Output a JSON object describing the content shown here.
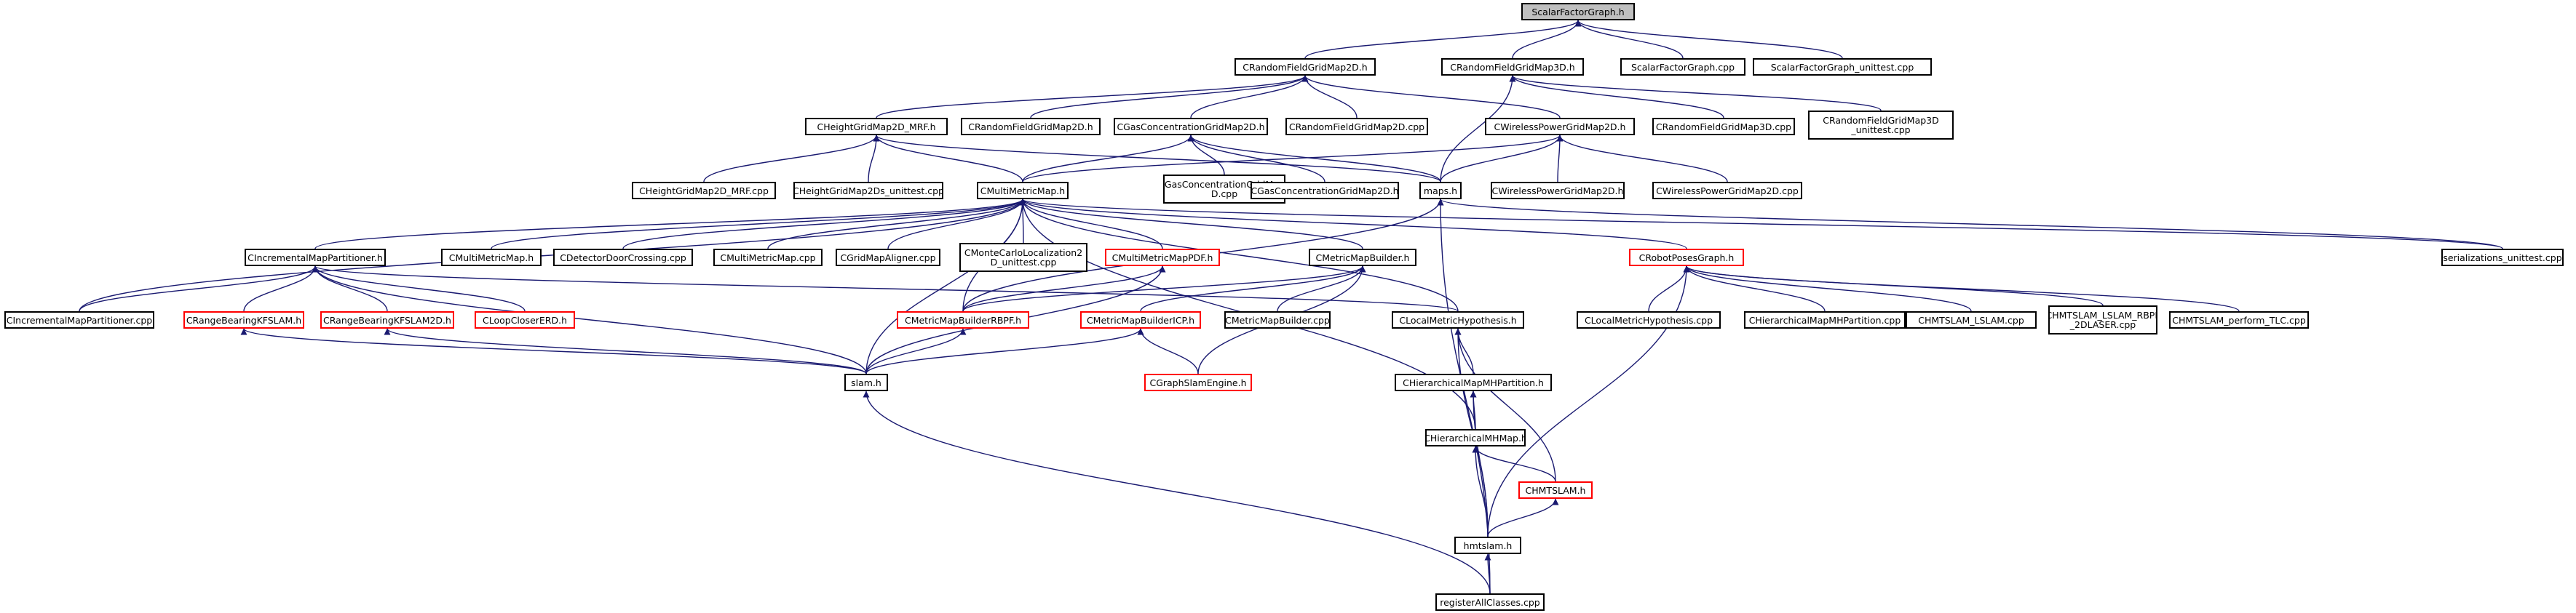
{
  "diagram": {
    "colors": {
      "edge": "#191970",
      "border": "#000000",
      "incomplete_border": "#ff0000",
      "root_fill": "#bfbfbf"
    },
    "nodes": [
      {
        "id": "n01",
        "label": "ScalarFactorGraph.h",
        "style": "root"
      },
      {
        "id": "n02",
        "label": "CRandomFieldGridMap2D.h",
        "style": "black"
      },
      {
        "id": "n03",
        "label": "CRandomFieldGridMap3D.h",
        "style": "black"
      },
      {
        "id": "n04",
        "label": "ScalarFactorGraph.cpp",
        "style": "black"
      },
      {
        "id": "n05",
        "label": "ScalarFactorGraph_unittest.cpp",
        "style": "black"
      },
      {
        "id": "n06",
        "label": "CHeightGridMap2D_MRF.h",
        "style": "black"
      },
      {
        "id": "n07",
        "label": "CRandomFieldGridMap2D.h",
        "style": "black"
      },
      {
        "id": "n08",
        "label": "CGasConcentrationGridMap2D.h",
        "style": "black"
      },
      {
        "id": "n09",
        "label": "CRandomFieldGridMap2D.cpp",
        "style": "black"
      },
      {
        "id": "n10",
        "label": "CWirelessPowerGridMap2D.h",
        "style": "black"
      },
      {
        "id": "n11",
        "label": "CRandomFieldGridMap3D.cpp",
        "style": "black"
      },
      {
        "id": "n12",
        "label": "CRandomFieldGridMap3D\n_unittest.cpp",
        "style": "black"
      },
      {
        "id": "n13",
        "label": "CHeightGridMap2D_MRF.cpp",
        "style": "black"
      },
      {
        "id": "n14",
        "label": "CHeightGridMap2Ds_unittest.cpp",
        "style": "black"
      },
      {
        "id": "n15",
        "label": "CMultiMetricMap.h",
        "style": "black"
      },
      {
        "id": "n16",
        "label": "CGasConcentrationGridMap2\nD.cpp",
        "style": "black"
      },
      {
        "id": "n17",
        "label": "CGasConcentrationGridMap2D.h",
        "style": "black"
      },
      {
        "id": "n18",
        "label": "maps.h",
        "style": "black"
      },
      {
        "id": "n19",
        "label": "CWirelessPowerGridMap2D.h",
        "style": "black"
      },
      {
        "id": "n20",
        "label": "CWirelessPowerGridMap2D.cpp",
        "style": "black"
      },
      {
        "id": "n21",
        "label": "CIncrementalMapPartitioner.h",
        "style": "black"
      },
      {
        "id": "n22",
        "label": "CMultiMetricMap.h",
        "style": "black"
      },
      {
        "id": "n23",
        "label": "CDetectorDoorCrossing.cpp",
        "style": "black"
      },
      {
        "id": "n24",
        "label": "CMultiMetricMap.cpp",
        "style": "black"
      },
      {
        "id": "n25",
        "label": "CGridMapAligner.cpp",
        "style": "black"
      },
      {
        "id": "n26",
        "label": "CMonteCarloLocalization2\nD_unittest.cpp",
        "style": "black"
      },
      {
        "id": "n27",
        "label": "CMultiMetricMapPDF.h",
        "style": "red"
      },
      {
        "id": "n28",
        "label": "CMetricMapBuilder.h",
        "style": "black"
      },
      {
        "id": "n29",
        "label": "CRobotPosesGraph.h",
        "style": "red"
      },
      {
        "id": "n30",
        "label": "serializations_unittest.cpp",
        "style": "black"
      },
      {
        "id": "n31",
        "label": "CIncrementalMapPartitioner.cpp",
        "style": "black"
      },
      {
        "id": "n32",
        "label": "CRangeBearingKFSLAM.h",
        "style": "red"
      },
      {
        "id": "n33",
        "label": "CRangeBearingKFSLAM2D.h",
        "style": "red"
      },
      {
        "id": "n34",
        "label": "CLoopCloserERD.h",
        "style": "red"
      },
      {
        "id": "n35",
        "label": "CMetricMapBuilderRBPF.h",
        "style": "red"
      },
      {
        "id": "n36",
        "label": "CMetricMapBuilderICP.h",
        "style": "red"
      },
      {
        "id": "n37",
        "label": "CMetricMapBuilder.cpp",
        "style": "black"
      },
      {
        "id": "n38",
        "label": "CLocalMetricHypothesis.h",
        "style": "black"
      },
      {
        "id": "n39",
        "label": "CLocalMetricHypothesis.cpp",
        "style": "black"
      },
      {
        "id": "n40",
        "label": "CHierarchicalMapMHPartition.cpp",
        "style": "black"
      },
      {
        "id": "n41",
        "label": "CHMTSLAM_LSLAM.cpp",
        "style": "black"
      },
      {
        "id": "n42",
        "label": "CHMTSLAM_LSLAM_RBPF\n_2DLASER.cpp",
        "style": "black"
      },
      {
        "id": "n43",
        "label": "CHMTSLAM_perform_TLC.cpp",
        "style": "black"
      },
      {
        "id": "n44",
        "label": "slam.h",
        "style": "black"
      },
      {
        "id": "n45",
        "label": "CGraphSlamEngine.h",
        "style": "red"
      },
      {
        "id": "n46",
        "label": "CHierarchicalMapMHPartition.h",
        "style": "black"
      },
      {
        "id": "n47",
        "label": "CHierarchicalMHMap.h",
        "style": "black"
      },
      {
        "id": "n48",
        "label": "CHMTSLAM.h",
        "style": "red"
      },
      {
        "id": "n49",
        "label": "hmtslam.h",
        "style": "black"
      },
      {
        "id": "n50",
        "label": "registerAllClasses.cpp",
        "style": "black"
      }
    ],
    "edges": [
      [
        "n02",
        "n01"
      ],
      [
        "n03",
        "n01"
      ],
      [
        "n04",
        "n01"
      ],
      [
        "n05",
        "n01"
      ],
      [
        "n06",
        "n02"
      ],
      [
        "n07",
        "n02"
      ],
      [
        "n08",
        "n02"
      ],
      [
        "n09",
        "n02"
      ],
      [
        "n10",
        "n02"
      ],
      [
        "n11",
        "n03"
      ],
      [
        "n12",
        "n03"
      ],
      [
        "n18",
        "n03"
      ],
      [
        "n13",
        "n06"
      ],
      [
        "n14",
        "n06"
      ],
      [
        "n15",
        "n06"
      ],
      [
        "n18",
        "n06"
      ],
      [
        "n15",
        "n08"
      ],
      [
        "n16",
        "n08"
      ],
      [
        "n17",
        "n08"
      ],
      [
        "n18",
        "n08"
      ],
      [
        "n15",
        "n10"
      ],
      [
        "n18",
        "n10"
      ],
      [
        "n19",
        "n10"
      ],
      [
        "n20",
        "n10"
      ],
      [
        "n21",
        "n15"
      ],
      [
        "n22",
        "n15"
      ],
      [
        "n23",
        "n15"
      ],
      [
        "n24",
        "n15"
      ],
      [
        "n25",
        "n15"
      ],
      [
        "n26",
        "n15"
      ],
      [
        "n27",
        "n15"
      ],
      [
        "n28",
        "n15"
      ],
      [
        "n29",
        "n15"
      ],
      [
        "n31",
        "n15"
      ],
      [
        "n35",
        "n15"
      ],
      [
        "n38",
        "n15"
      ],
      [
        "n44",
        "n15"
      ],
      [
        "n47",
        "n15"
      ],
      [
        "n30",
        "n15"
      ],
      [
        "n35",
        "n18"
      ],
      [
        "n50",
        "n18"
      ],
      [
        "n30",
        "n18"
      ],
      [
        "n31",
        "n21"
      ],
      [
        "n32",
        "n21"
      ],
      [
        "n33",
        "n21"
      ],
      [
        "n34",
        "n21"
      ],
      [
        "n44",
        "n21"
      ],
      [
        "n38",
        "n21"
      ],
      [
        "n35",
        "n27"
      ],
      [
        "n44",
        "n27"
      ],
      [
        "n35",
        "n28"
      ],
      [
        "n36",
        "n28"
      ],
      [
        "n37",
        "n28"
      ],
      [
        "n45",
        "n28"
      ],
      [
        "n39",
        "n29"
      ],
      [
        "n40",
        "n29"
      ],
      [
        "n41",
        "n29"
      ],
      [
        "n42",
        "n29"
      ],
      [
        "n43",
        "n29"
      ],
      [
        "n49",
        "n29"
      ],
      [
        "n44",
        "n32"
      ],
      [
        "n44",
        "n33"
      ],
      [
        "n44",
        "n35"
      ],
      [
        "n44",
        "n36"
      ],
      [
        "n45",
        "n36"
      ],
      [
        "n46",
        "n38"
      ],
      [
        "n48",
        "n38"
      ],
      [
        "n49",
        "n38"
      ],
      [
        "n47",
        "n46"
      ],
      [
        "n49",
        "n46"
      ],
      [
        "n48",
        "n47"
      ],
      [
        "n49",
        "n47"
      ],
      [
        "n49",
        "n48"
      ],
      [
        "n50",
        "n49"
      ],
      [
        "n50",
        "n44"
      ]
    ]
  }
}
